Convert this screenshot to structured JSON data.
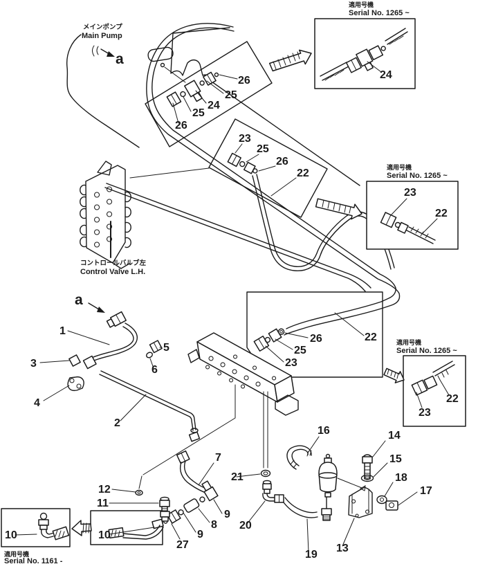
{
  "page": {
    "background": "#ffffff",
    "ink": "#1a1a1a"
  },
  "labels": {
    "main_pump_jp": "メインポンプ",
    "main_pump_en": "Main Pump",
    "control_valve_jp": "コントロールバルブ左",
    "control_valve_en": "Control Valve L.H.",
    "view_marker": "a"
  },
  "serial_boxes": {
    "top_right": {
      "jp": "適用号機",
      "serial": "Serial No. 1265 ~"
    },
    "mid_right": {
      "jp": "適用号機",
      "serial": "Serial No. 1265 ~"
    },
    "low_right": {
      "jp": "適用号機",
      "serial": "Serial No. 1265 ~"
    },
    "bottom_left": {
      "jp": "適用号機",
      "serial": "Serial No. 1161 -"
    }
  },
  "callouts": {
    "box_a_24": "24",
    "p1_26r": "26",
    "p1_25r": "25",
    "p1_24": "24",
    "p1_25l": "25",
    "p1_26l": "26",
    "p2_23": "23",
    "p2_25": "25",
    "p2_26": "26",
    "p2_22": "22",
    "box_b_23": "23",
    "box_b_22": "22",
    "e_26": "26",
    "e_25": "25",
    "e_23": "23",
    "e_22": "22",
    "box_c_23": "23",
    "box_c_22": "22",
    "n1": "1",
    "n2": "2",
    "n3": "3",
    "n4": "4",
    "n5": "5",
    "n6": "6",
    "n7": "7",
    "n8": "8",
    "n9a": "9",
    "n9b": "9",
    "n10_f": "10",
    "n10_d": "10",
    "n11": "11",
    "n12": "12",
    "n13": "13",
    "n14": "14",
    "n15": "15",
    "n16": "16",
    "n17": "17",
    "n18": "18",
    "n19": "19",
    "n20": "20",
    "n21": "21",
    "n27": "27"
  }
}
